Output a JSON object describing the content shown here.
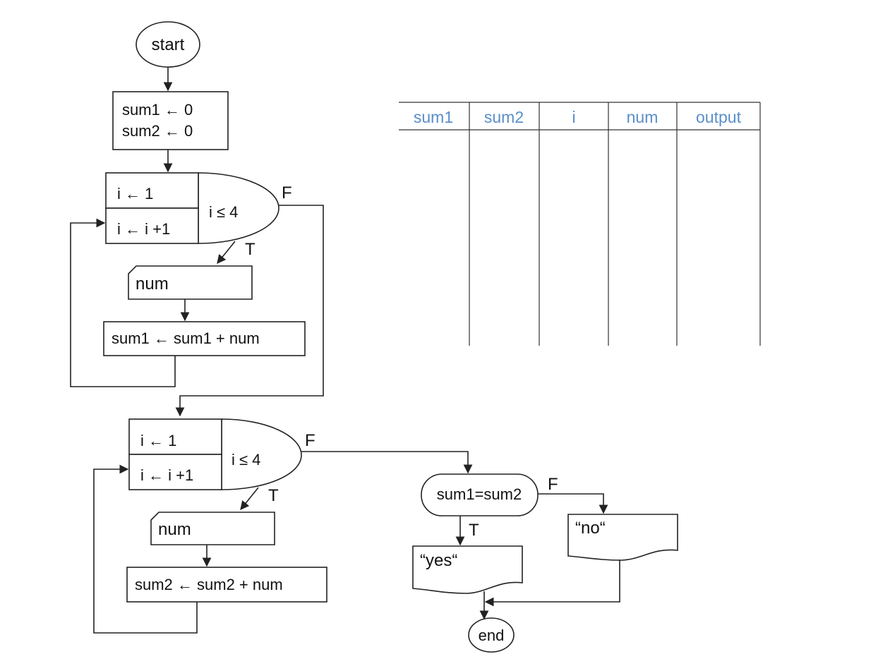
{
  "flowchart": {
    "start_label": "start",
    "init_line1": "sum1 ← 0",
    "init_line2": "sum2 ← 0",
    "loop1": {
      "init": "i ← 1",
      "step": "i ← i +1",
      "cond": "i ≤ 4",
      "true_label": "T",
      "false_label": "F",
      "input": "num",
      "process": "sum1 ← sum1 + num"
    },
    "loop2": {
      "init": "i ← 1",
      "step": "i ← i +1",
      "cond": "i ≤ 4",
      "true_label": "T",
      "false_label": "F",
      "input": "num",
      "process": "sum2 ← sum2 + num"
    },
    "decision": {
      "cond": "sum1=sum2",
      "true_label": "T",
      "false_label": "F"
    },
    "output_yes": "“yes“",
    "output_no": "“no“",
    "end_label": "end"
  },
  "trace_table": {
    "header_color": "#5b8fc9",
    "columns": [
      "sum1",
      "sum2",
      "i",
      "num",
      "output"
    ]
  }
}
